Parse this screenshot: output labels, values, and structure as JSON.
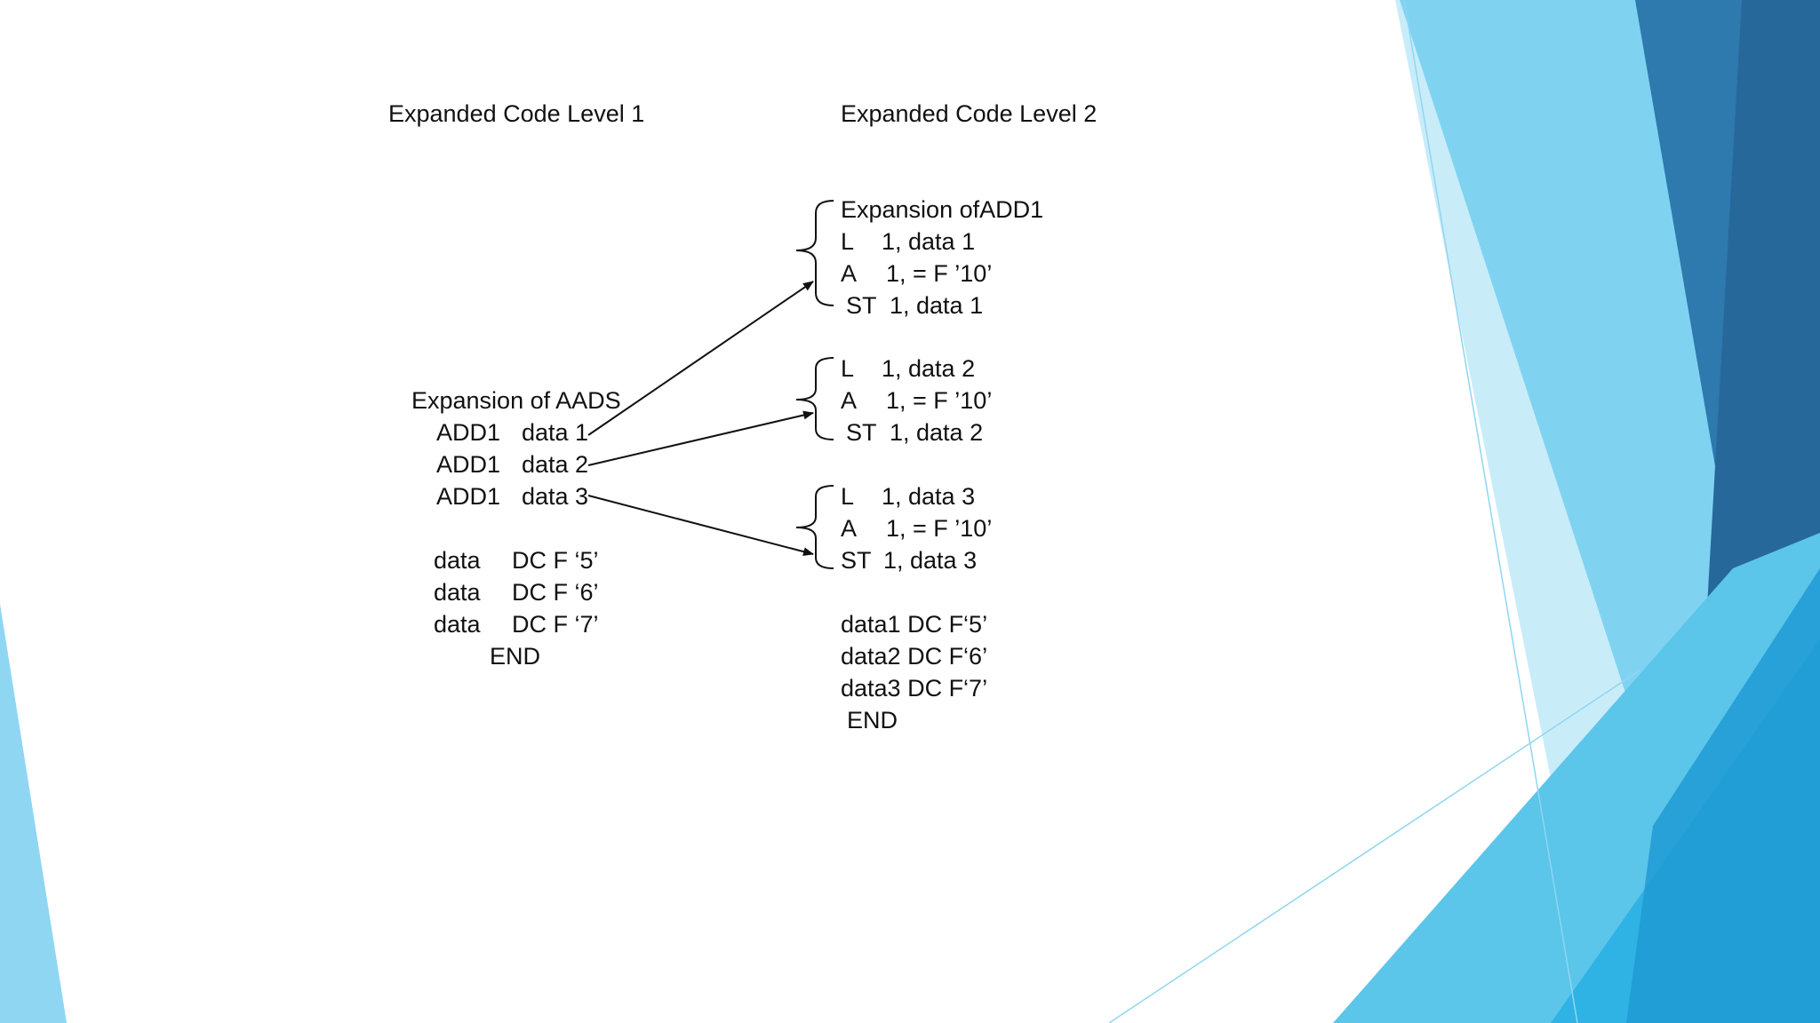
{
  "headings": {
    "level1": "Expanded Code Level 1",
    "level2": "Expanded Code Level 2"
  },
  "level1": {
    "title": "Expansion of AADS",
    "calls": [
      {
        "op": "ADD1",
        "arg": "data 1"
      },
      {
        "op": "ADD1",
        "arg": "data 2"
      },
      {
        "op": "ADD1",
        "arg": "data 3"
      }
    ],
    "decls": [
      {
        "name": "data",
        "def": "DC F ‘5’"
      },
      {
        "name": "data",
        "def": "DC F ‘6’"
      },
      {
        "name": "data",
        "def": "DC F ‘7’"
      }
    ],
    "end": "END"
  },
  "level2": {
    "title": "Expansion ofADD1",
    "blocks": [
      {
        "lines": [
          {
            "op": "L",
            "arg": "1, data 1"
          },
          {
            "op": "A",
            "arg": "1, = F ’10’"
          },
          {
            "op": "ST",
            "arg": "1, data 1"
          }
        ]
      },
      {
        "lines": [
          {
            "op": "L",
            "arg": "1, data 2"
          },
          {
            "op": "A",
            "arg": "1, = F ’10’"
          },
          {
            "op": "ST",
            "arg": "1, data 2"
          }
        ]
      },
      {
        "lines": [
          {
            "op": "L",
            "arg": "1, data 3"
          },
          {
            "op": "A",
            "arg": "1, = F ’10’"
          },
          {
            "op": "ST",
            "arg": "1, data 3"
          }
        ]
      }
    ],
    "decls": [
      "data1 DC F‘5’",
      "data2 DC F‘6’",
      "data3 DC F‘7’"
    ],
    "end": "END"
  },
  "colors": {
    "text": "#111111",
    "decor_light": "#8fd6f3",
    "decor_mid": "#4ec1ea",
    "decor_dark": "#2c73a8",
    "decor_blue": "#1f9ad3"
  }
}
